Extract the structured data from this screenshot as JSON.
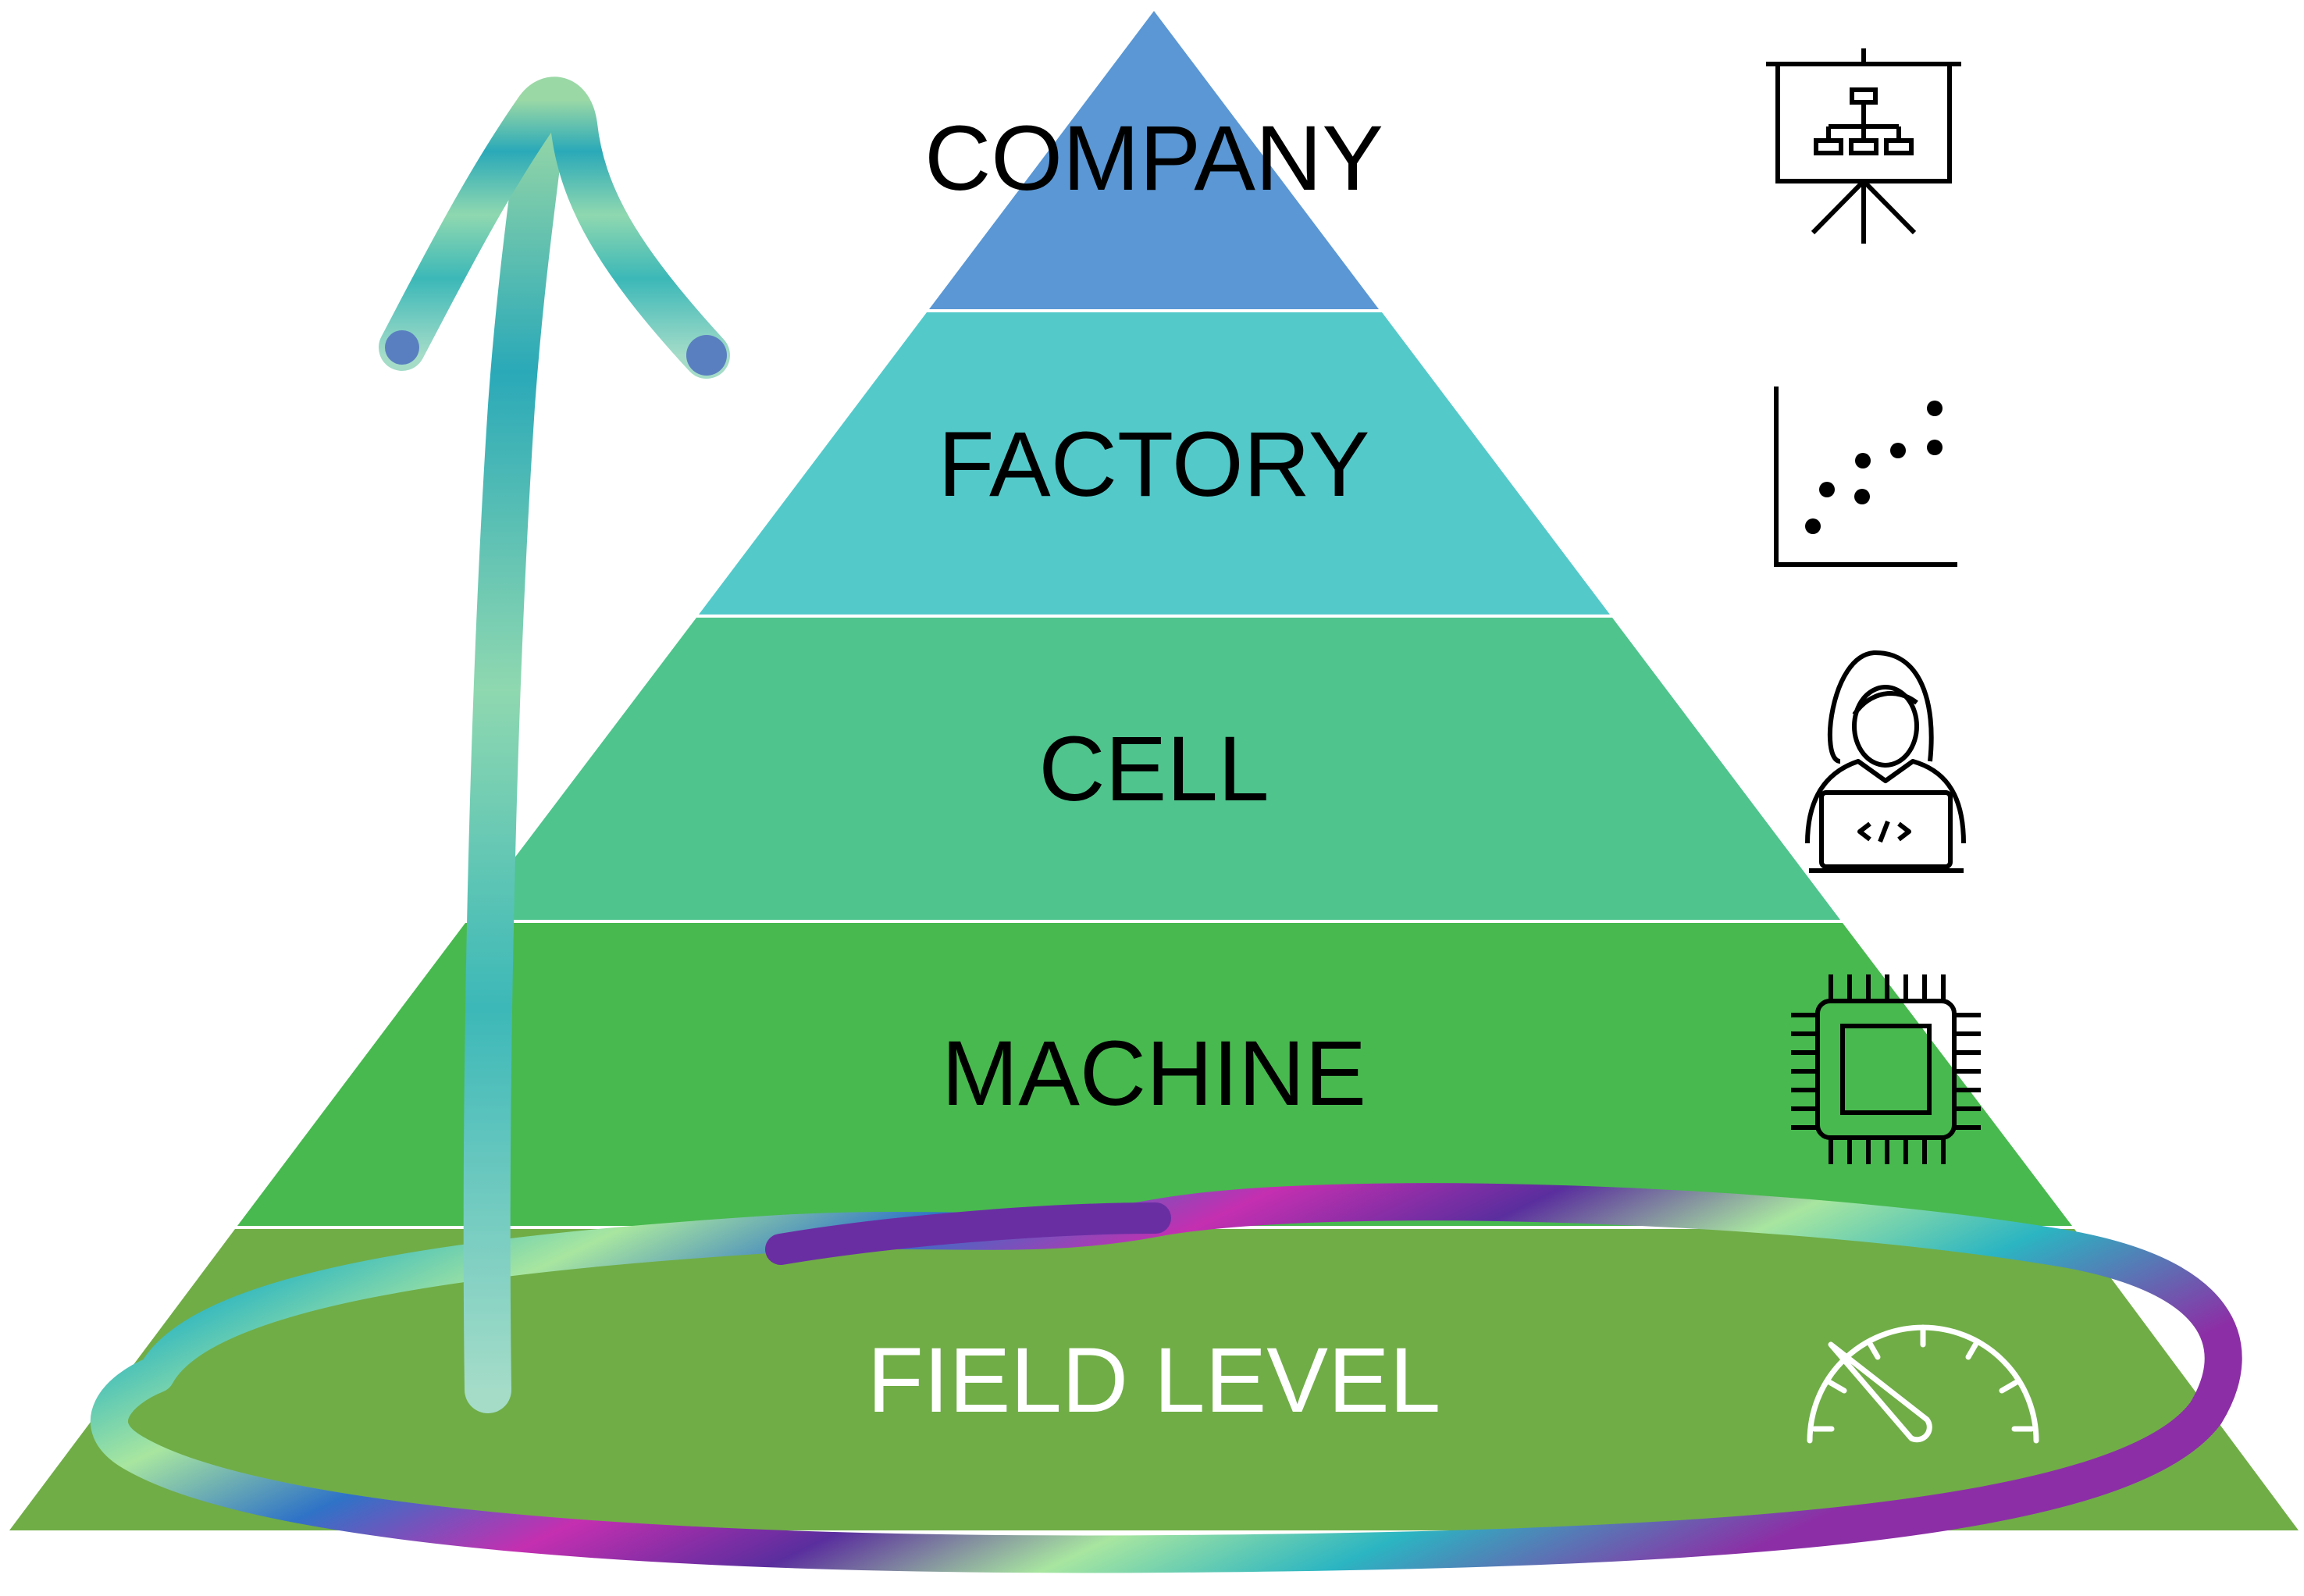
{
  "levels": [
    {
      "label": "COMPANY",
      "color": "#5a97d4",
      "text_color": "#000000",
      "icon": "org-chart-presentation-icon"
    },
    {
      "label": "FACTORY",
      "color": "#54c9ca",
      "text_color": "#000000",
      "icon": "scatter-plot-icon"
    },
    {
      "label": "CELL",
      "color": "#4fc48d",
      "text_color": "#000000",
      "icon": "developer-laptop-icon"
    },
    {
      "label": "MACHINE",
      "color": "#48b94f",
      "text_color": "#000000",
      "icon": "cpu-chip-icon"
    },
    {
      "label": "FIELD LEVEL",
      "color": "#70ad47",
      "text_color": "#ffffff",
      "icon": "speedometer-gauge-icon"
    }
  ],
  "decorations": {
    "arrow": "upward-arrow",
    "ellipse": "field-level-highlight-ring",
    "stroke_colors": [
      "#2bb5c2",
      "#a8e6a0",
      "#6a2ea3",
      "#c42fb0",
      "#2f73c7"
    ]
  }
}
